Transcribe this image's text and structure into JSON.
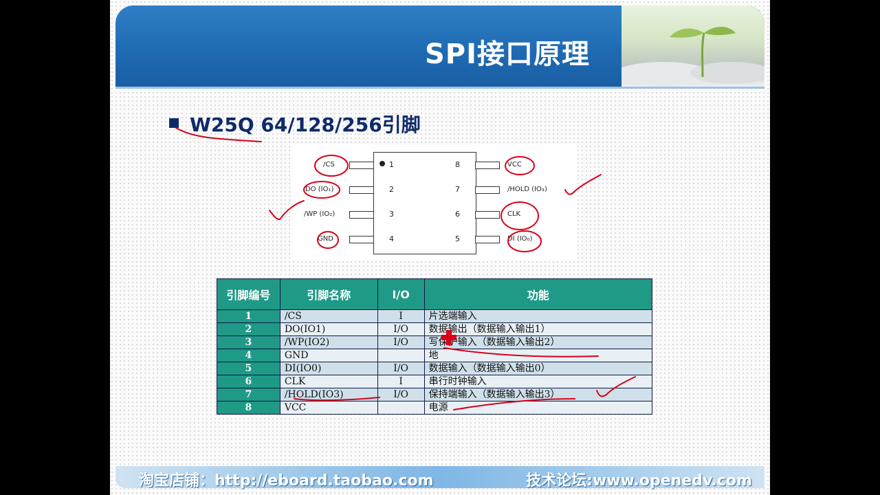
{
  "header": {
    "title": "SPI接口原理"
  },
  "subtitle": "W25Q 64/128/256引脚",
  "diagram": {
    "left_pins": [
      {
        "num": "1",
        "label": "/CS"
      },
      {
        "num": "2",
        "label": "DO (IO₁)"
      },
      {
        "num": "3",
        "label": "/WP (IO₂)"
      },
      {
        "num": "4",
        "label": "GND"
      }
    ],
    "right_pins": [
      {
        "num": "8",
        "label": "VCC"
      },
      {
        "num": "7",
        "label": "/HOLD (IO₃)"
      },
      {
        "num": "6",
        "label": "CLK"
      },
      {
        "num": "5",
        "label": "DI (IO₀)"
      }
    ]
  },
  "table": {
    "headers": [
      "引脚编号",
      "引脚名称",
      "I/O",
      "功能"
    ],
    "rows": [
      {
        "num": "1",
        "name": "/CS",
        "io": "I",
        "func": "片选端输入"
      },
      {
        "num": "2",
        "name": "DO(IO1)",
        "io": "I/O",
        "func": "数据输出（数据输入输出1）"
      },
      {
        "num": "3",
        "name": "/WP(IO2)",
        "io": "I/O",
        "func": "写保护输入（数据输入输出2）"
      },
      {
        "num": "4",
        "name": "GND",
        "io": "",
        "func": "地"
      },
      {
        "num": "5",
        "name": "DI(IO0)",
        "io": "I/O",
        "func": "数据输入（数据输入输出0）"
      },
      {
        "num": "6",
        "name": "CLK",
        "io": "I",
        "func": "串行时钟输入"
      },
      {
        "num": "7",
        "name": "/HOLD(IO3)",
        "io": "I/O",
        "func": "保持端输入（数据输入输出3）"
      },
      {
        "num": "8",
        "name": "VCC",
        "io": "",
        "func": "电源"
      }
    ]
  },
  "footer": {
    "left": "淘宝店铺：http://eboard.taobao.com",
    "right": "技术论坛:www.openedv.com"
  },
  "colors": {
    "header_blue": "#1f6bb3",
    "table_teal": "#1f9a87",
    "ink_red": "#d8001a",
    "title_navy": "#0e2a6a"
  }
}
